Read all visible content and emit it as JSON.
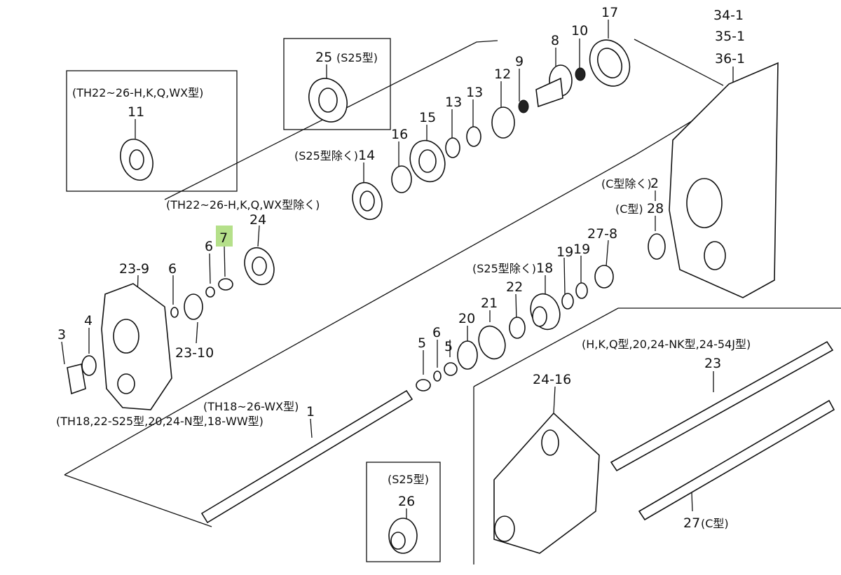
{
  "diagram": {
    "background": "#ffffff",
    "highlight_color": "#b5e08a",
    "labels": {
      "p1": "1",
      "p2": "2",
      "p3": "3",
      "p4": "4",
      "p5a": "5",
      "p5b": "5",
      "p6a": "6",
      "p6b": "6",
      "p6c": "6",
      "p7": "7",
      "p8": "8",
      "p9": "9",
      "p10": "10",
      "p11": "11",
      "p12": "12",
      "p13a": "13",
      "p13b": "13",
      "p14": "14",
      "p15": "15",
      "p16": "16",
      "p17": "17",
      "p18": "18",
      "p19a": "19",
      "p19b": "19",
      "p20": "20",
      "p21": "21",
      "p22": "22",
      "p23": "23",
      "p23_9": "23-9",
      "p23_10": "23-10",
      "p24": "24",
      "p24_16": "24-16",
      "p25": "25",
      "p26": "26",
      "p27": "27",
      "p27_8": "27-8",
      "p28": "28",
      "p34_1": "34-1",
      "p35_1": "35-1",
      "p36_1": "36-1"
    },
    "notes": {
      "n25": "(S25型)",
      "n11_box": "(TH22~26-H,K,Q,WX型)",
      "n14": "(S25型除く)",
      "n_th22_excl": "(TH22~26-H,K,Q,WX型除く)",
      "n_c_excl": "(C型除く)",
      "n28": "(C型)",
      "n18": "(S25型除く)",
      "n23": "(H,K,Q型,20,24-NK型,24-54J型)",
      "n1a": "(TH18~26-WX型)",
      "n1b": "(TH18,22-S25型,20,24-N型,18-WW型)",
      "n26": "(S25型)",
      "n27": "(C型)"
    }
  }
}
